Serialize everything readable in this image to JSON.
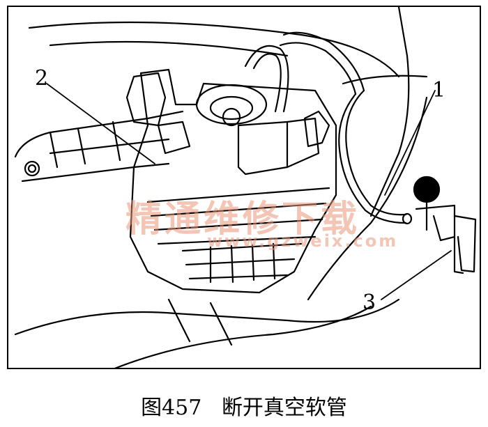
{
  "callouts": [
    {
      "id": "1",
      "label": "1"
    },
    {
      "id": "2",
      "label": "2"
    },
    {
      "id": "3",
      "label": "3"
    }
  ],
  "watermark": {
    "text_cn": "精通维修下载",
    "url": "www.gzweix.com"
  },
  "caption": {
    "figure_number": "图457",
    "title": "断开真空软管"
  },
  "colors": {
    "line": "#000000",
    "background": "#ffffff",
    "watermark": "#e89678"
  }
}
